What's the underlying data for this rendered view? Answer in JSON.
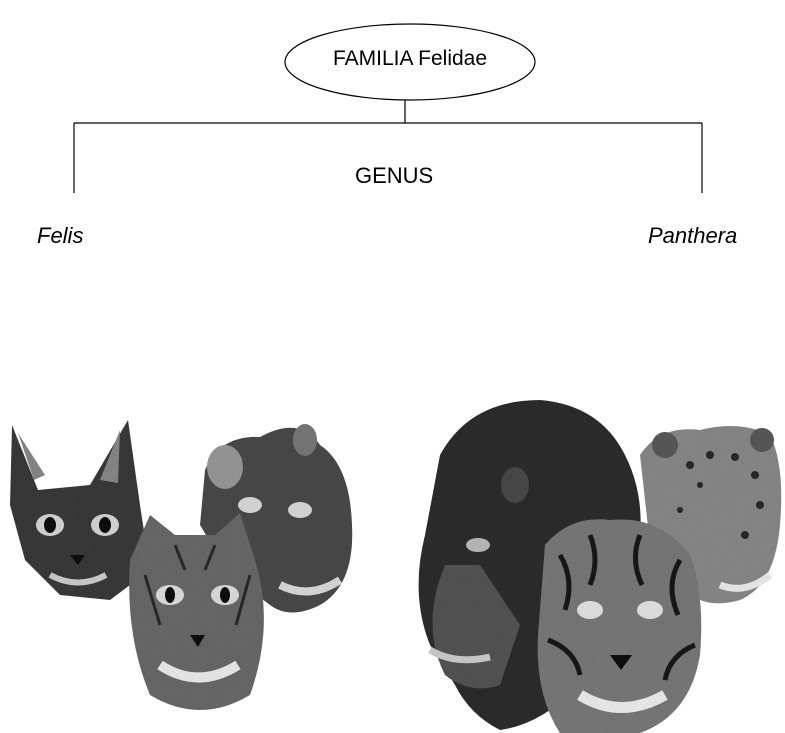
{
  "family": {
    "label": "FAMILIA Felidae"
  },
  "rank_label": "GENUS",
  "genera": [
    {
      "name": "Felis",
      "illustration": "small-cats-heads-illustration"
    },
    {
      "name": "Panthera",
      "illustration": "big-cats-heads-illustration"
    }
  ],
  "colors": {
    "line": "#000000",
    "background": "#ffffff",
    "ink": "#1a1a1a"
  }
}
